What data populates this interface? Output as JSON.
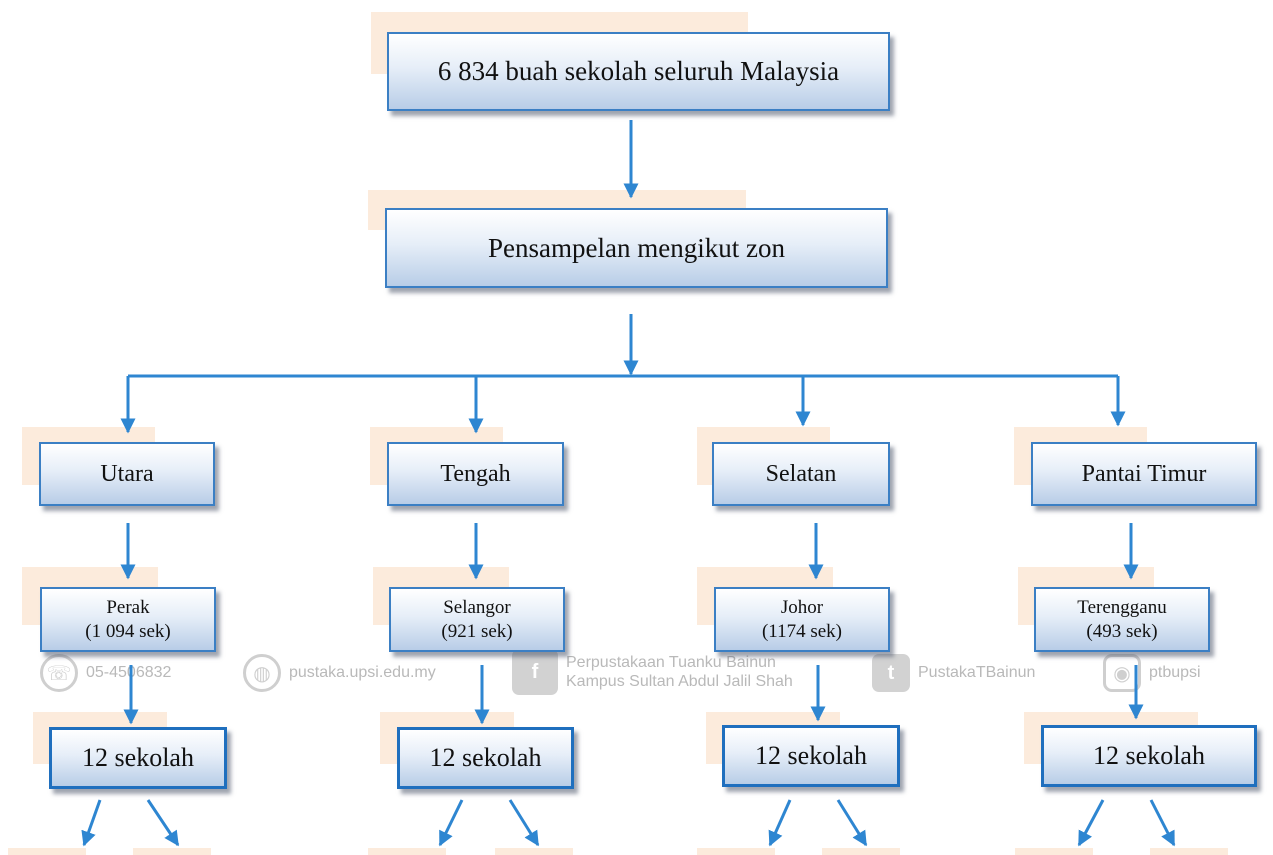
{
  "nodes": {
    "root": "6 834 buah sekolah seluruh Malaysia",
    "zoning": "Pensampelan mengikut zon",
    "zones": [
      "Utara",
      "Tengah",
      "Selatan",
      "Pantai Timur"
    ],
    "states": [
      {
        "name": "Perak",
        "count": "(1 094 sek)"
      },
      {
        "name": "Selangor",
        "count": "(921 sek)"
      },
      {
        "name": "Johor",
        "count": "(1174 sek)"
      },
      {
        "name": "Terengganu",
        "count": "(493 sek)"
      }
    ],
    "schools": [
      "12 sekolah",
      "12 sekolah",
      "12 sekolah",
      "12 sekolah"
    ]
  },
  "watermark": {
    "phone": "05-4506832",
    "website": "pustaka.upsi.edu.my",
    "library_line1": "Perpustakaan Tuanku Bainun",
    "library_line2": "Kampus Sultan Abdul Jalil Shah",
    "twitter": "PustakaTBainun",
    "instagram": "ptbupsi"
  },
  "colors": {
    "box_border": "#3b7fc4",
    "arrow": "#2e86d1",
    "highlight": "#fcebdc",
    "watermark": "#b9b9b9"
  }
}
